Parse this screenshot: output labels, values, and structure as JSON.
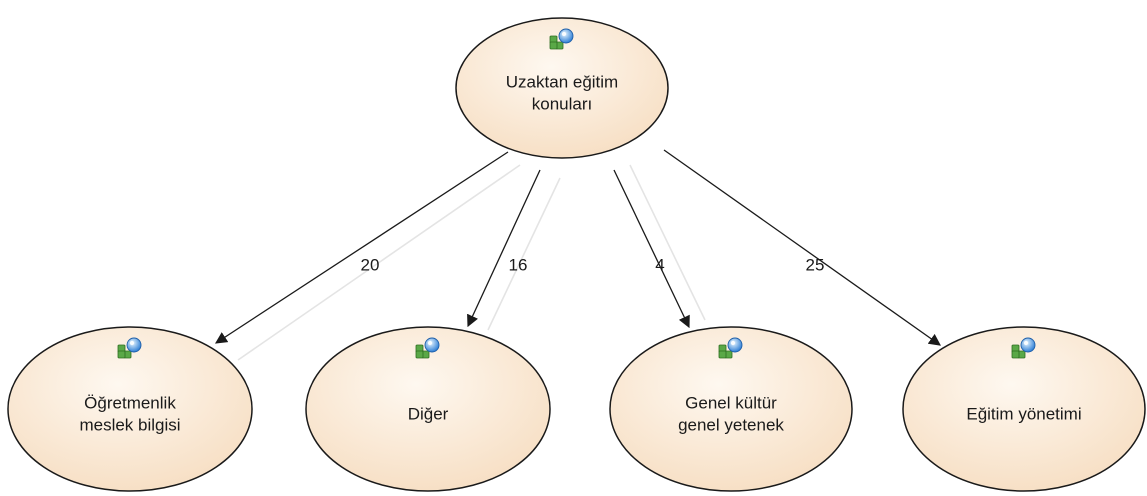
{
  "nodes": [
    {
      "id": "root",
      "label_lines": [
        "Uzaktan eğitim",
        "konuları"
      ],
      "icon": "concept-icon"
    },
    {
      "id": "ogretmenlik",
      "label_lines": [
        "Öğretmenlik",
        "meslek bilgisi"
      ],
      "icon": "concept-icon"
    },
    {
      "id": "diger",
      "label_lines": [
        "Diğer"
      ],
      "icon": "concept-icon"
    },
    {
      "id": "genel-kultur",
      "label_lines": [
        "Genel kültür",
        "genel yetenek"
      ],
      "icon": "concept-icon"
    },
    {
      "id": "egitim-yonetimi",
      "label_lines": [
        "Eğitim yönetimi"
      ],
      "icon": "concept-icon"
    }
  ],
  "edges": [
    {
      "from": "root",
      "to": "ogretmenlik",
      "label": "20"
    },
    {
      "from": "root",
      "to": "diger",
      "label": "16"
    },
    {
      "from": "root",
      "to": "genel-kultur",
      "label": "4"
    },
    {
      "from": "root",
      "to": "egitim-yonetimi",
      "label": "25"
    }
  ],
  "colors": {
    "node_fill_light": "#fef8f0",
    "node_fill_dark": "#f6dcbf",
    "node_stroke": "#1a1a1a",
    "edge": "#1a1a1a",
    "icon_green": "#5aa847",
    "icon_blue": "#3a8ad8"
  }
}
